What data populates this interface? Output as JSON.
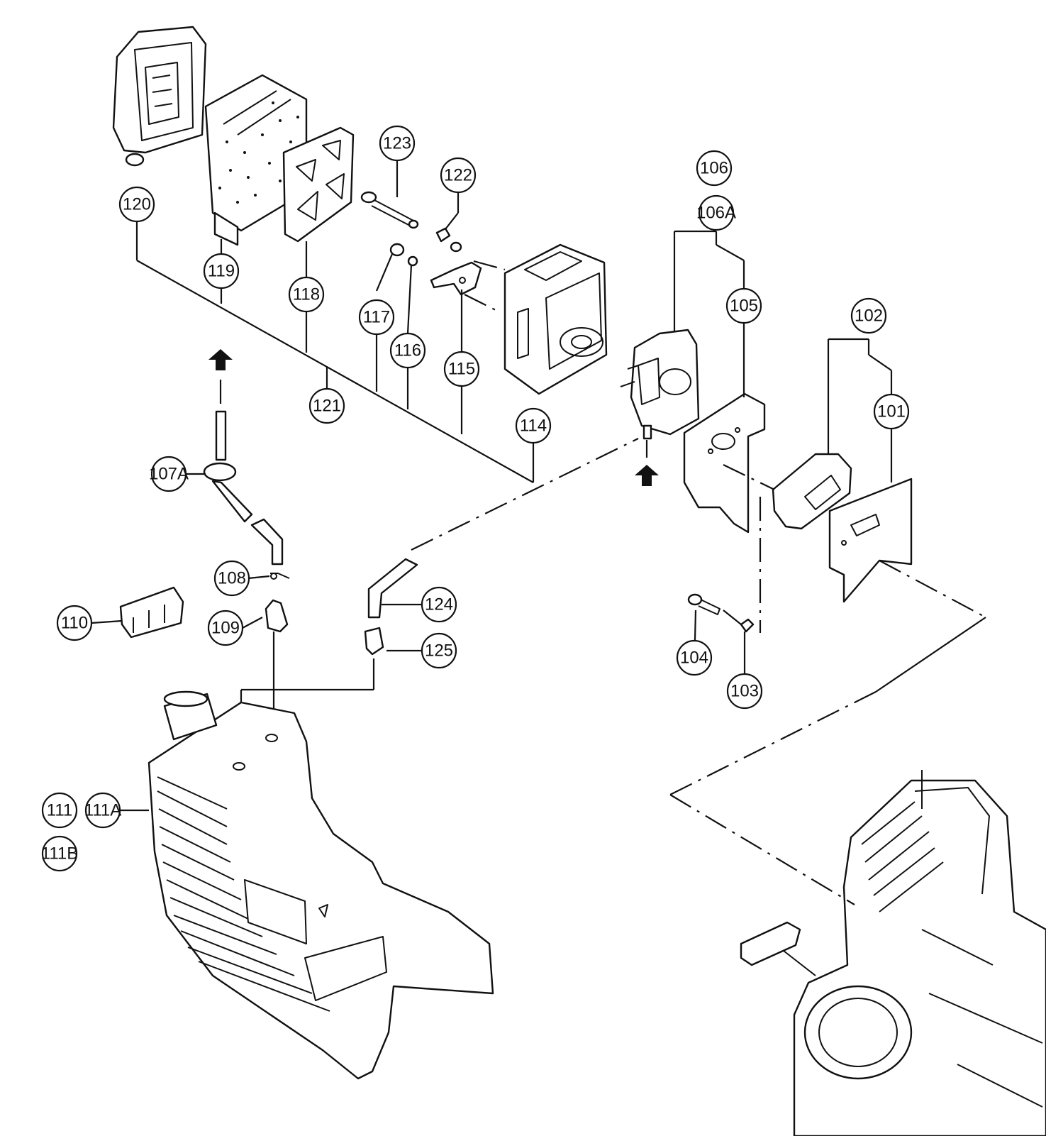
{
  "callouts": {
    "c101": "101",
    "c102": "102",
    "c103": "103",
    "c104": "104",
    "c105": "105",
    "c106": "106",
    "c106a": "106A",
    "c107a": "107A",
    "c108": "108",
    "c109": "109",
    "c110": "110",
    "c111": "111",
    "c111a": "111A",
    "c111b": "111B",
    "c114": "114",
    "c115": "115",
    "c116": "116",
    "c117": "117",
    "c118": "118",
    "c119": "119",
    "c120": "120",
    "c121": "121",
    "c122": "122",
    "c123": "123",
    "c124": "124",
    "c125": "125"
  },
  "colors": {
    "ink": "#111111",
    "paper": "#ffffff"
  },
  "icons": {
    "assembly_arrow": "arrow-up-icon"
  }
}
